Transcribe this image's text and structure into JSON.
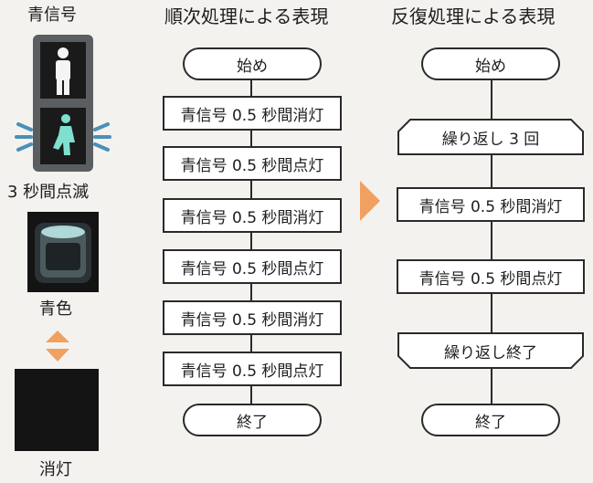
{
  "left_panel": {
    "signal_title": "青信号",
    "blink_label": "3 秒間点滅",
    "blue_label": "青色",
    "off_label": "消灯"
  },
  "sequential": {
    "title": "順次処理による表現",
    "start": "始め",
    "steps": [
      "青信号 0.5 秒間消灯",
      "青信号 0.5 秒間点灯",
      "青信号 0.5 秒間消灯",
      "青信号 0.5 秒間点灯",
      "青信号 0.5 秒間消灯",
      "青信号 0.5 秒間点灯"
    ],
    "end": "終了"
  },
  "loop": {
    "title": "反復処理による表現",
    "start": "始め",
    "loop_start": "繰り返し 3 回",
    "steps": [
      "青信号 0.5 秒間消灯",
      "青信号 0.5 秒間点灯"
    ],
    "loop_end": "繰り返し終了",
    "end": "終了"
  },
  "colors": {
    "arrow": "#f0a060",
    "lamp_blue": "#7fe0d0",
    "dark": "#141414"
  }
}
